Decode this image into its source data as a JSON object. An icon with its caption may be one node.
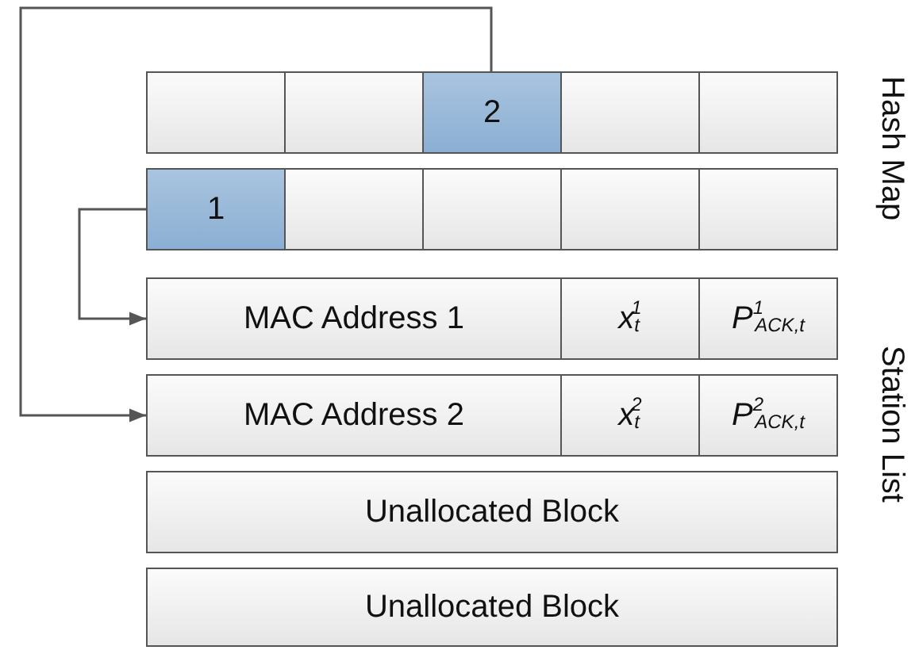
{
  "diagram": {
    "nodes": [
      {
        "text": [],
        "shape": "box"
      },
      {
        "text": [],
        "shape": "box"
      },
      {
        "text": [
          "2"
        ]
      },
      {
        "text": [],
        "shape": "box"
      },
      {
        "text": [],
        "shape": "box"
      },
      {
        "text": [
          "1"
        ]
      },
      {
        "text": [],
        "shape": "box"
      },
      {
        "text": [],
        "shape": "box"
      },
      {
        "text": [],
        "shape": "box"
      },
      {
        "text": [],
        "shape": "box"
      },
      {
        "text": [
          "MAC Address 1"
        ]
      },
      {
        "text": [
          "x$_{t}$$^{1}$"
        ]
      },
      {
        "text": [
          "P$^{1}$$_{ACK,t}$"
        ]
      },
      {
        "text": [
          "MAC Address 2"
        ]
      },
      {
        "text": [
          "x$_{t}$$^{2}$"
        ]
      },
      {
        "text": [
          "P$^{2}$$_{ACK,t}$"
        ]
      },
      {
        "text": [
          "Unallocated Block"
        ]
      },
      {
        "text": [
          "Unallocated Block"
        ]
      }
    ],
    "edges": [
      {
        "from": 5,
        "to": 10,
        "arrow": "to"
      },
      {
        "from": 2,
        "to": 13,
        "arrow": "to"
      }
    ],
    "labels": [
      "Hash Map",
      "Station List"
    ]
  }
}
